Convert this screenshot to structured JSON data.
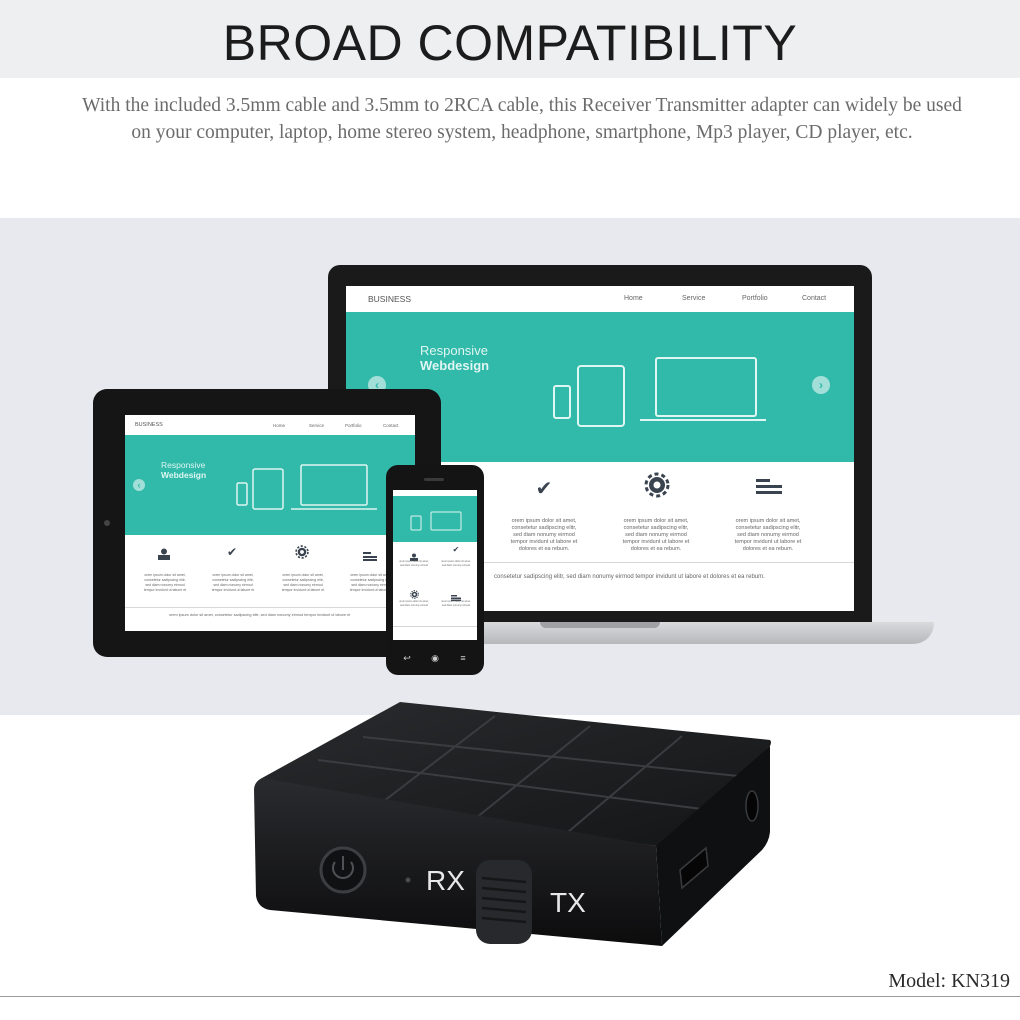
{
  "headline": "BROAD COMPATIBILITY",
  "intro": {
    "line1": "With the included 3.5mm cable and 3.5mm to 2RCA cable, this Receiver Transmitter adapter can widely be used",
    "line2": "on your computer, laptop, home stereo system, headphone, smartphone, Mp3 player, CD player, etc."
  },
  "mock_site": {
    "brand": "BUSINESS",
    "nav": [
      "Home",
      "Service",
      "Portfolio",
      "Contact"
    ],
    "hero_line1": "Responsive",
    "hero_line2": "Webdesign",
    "feature_text_1": "orem ipsum dolor sit amet,",
    "feature_text_2": "consetetur sadipscing elitr,",
    "feature_text_3": "sed diam nonumy eirmod",
    "feature_text_4": "tempor invidunt ut labore et",
    "feature_text_5": "dolores et ea rebum.",
    "footer_text": "consetetur sadipscing elitr, sed diam nonumy eirmod tempor invidunt ut labore et  dolores et ea rebum.",
    "tablet_footer_text": "orem ipsum dolor sit amet, consetetur sadipscing elitr, sed diam nonumy eirmod tempor invidunt ut labore et"
  },
  "device": {
    "switch_left": "RX",
    "switch_right": "TX"
  },
  "model": "Model: KN319",
  "colors": {
    "teal": "#31b9a9",
    "device": "#1b1c1e"
  }
}
